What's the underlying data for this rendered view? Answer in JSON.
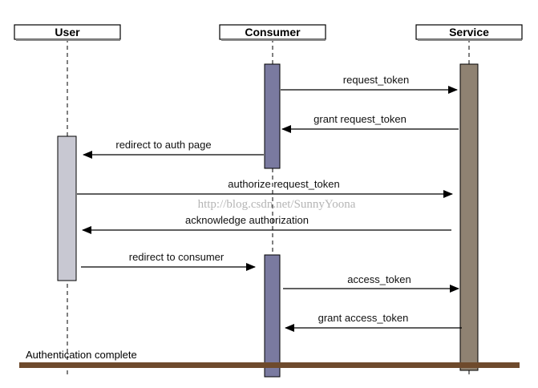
{
  "actors": {
    "user": "User",
    "consumer": "Consumer",
    "service": "Service"
  },
  "messages": [
    "request_token",
    "grant request_token",
    "redirect to auth page",
    "authorize request_token",
    "acknowledge authorization",
    "redirect to consumer",
    "access_token",
    "grant access_token"
  ],
  "watermark": "http://blog.csdn.net/SunnyYoona",
  "footer": "Authentication complete",
  "colors": {
    "user_activation": "#c8c8d2",
    "consumer_activation": "#7a7aa0",
    "service_activation": "#8f8272",
    "footer_bar": "#6e4a2c"
  }
}
